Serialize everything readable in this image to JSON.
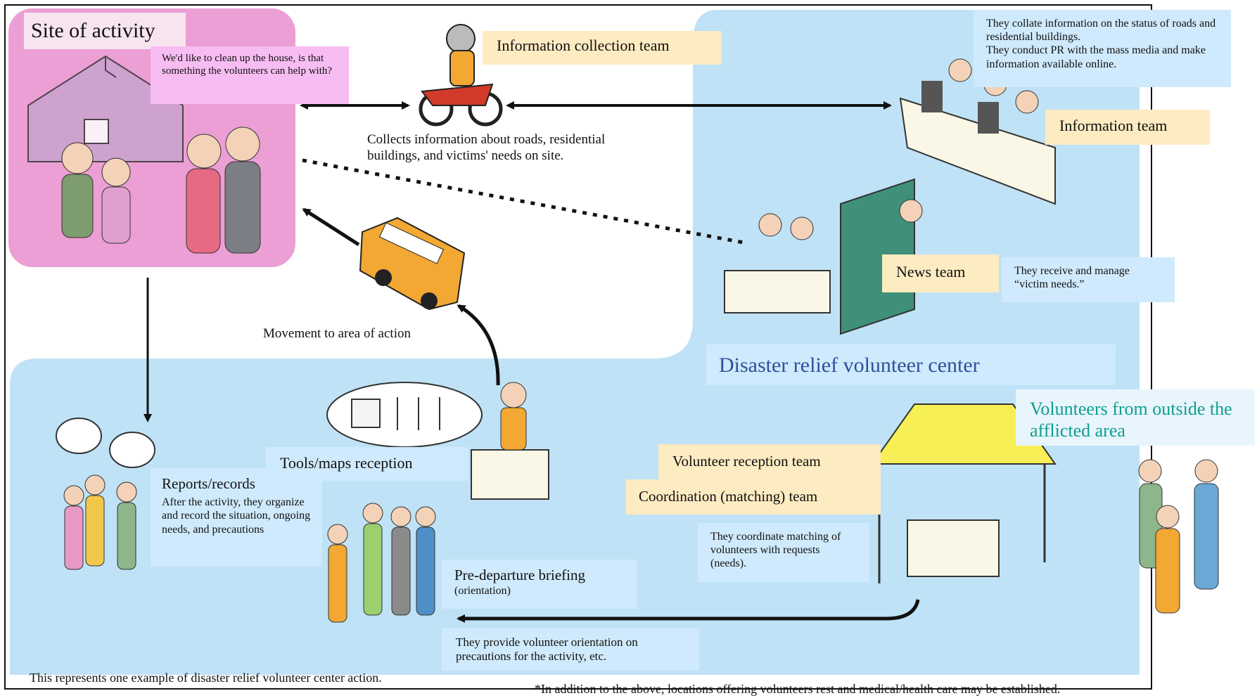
{
  "title_site": "Site of activity",
  "request_bubble": "We'd like to clean up the house, is that something the  volunteers can help with?",
  "information_collection_team": "Information collection team",
  "collects_info": "Collects information about roads, residential buildings, and victims' needs on site.",
  "information_team_desc_1": "They collate information on the status of roads and residential buildings.",
  "information_team_desc_2": "They conduct PR with the mass media and make information available online.",
  "information_team": "Information team",
  "news_team": "News team",
  "news_team_desc": "They receive and manage “victim needs.”",
  "movement": "Movement to area of action",
  "center_title": "Disaster relief volunteer center",
  "volunteers_outside": "Volunteers from outside the afflicted area",
  "tools_reception": "Tools/maps reception",
  "reports_title": "Reports/records",
  "reports_desc": "After the activity, they organize and record the situation, ongoing needs, and precautions",
  "volunteer_reception_team": "Volunteer reception team",
  "coordination_team": "Coordination (matching) team",
  "coordination_desc": "They coordinate matching of volunteers with requests (needs).",
  "briefing_title": "Pre-departure briefing",
  "briefing_sub": "(orientation)",
  "briefing_desc": "They provide volunteer orientation on precautions for the activity, etc.",
  "footer_left": "This represents one example of disaster relief volunteer center action.",
  "footer_right": "*In addition to the above, locations offering volunteers rest and medical/health care may be established.",
  "colors": {
    "site_bg": "#ec9fd4",
    "center_bg": "#bfe2f6",
    "label_yellow": "#fdebc2",
    "label_blue": "#cfeafc",
    "title_blue": "#2f4f9c",
    "teal": "#0e9e8e"
  }
}
